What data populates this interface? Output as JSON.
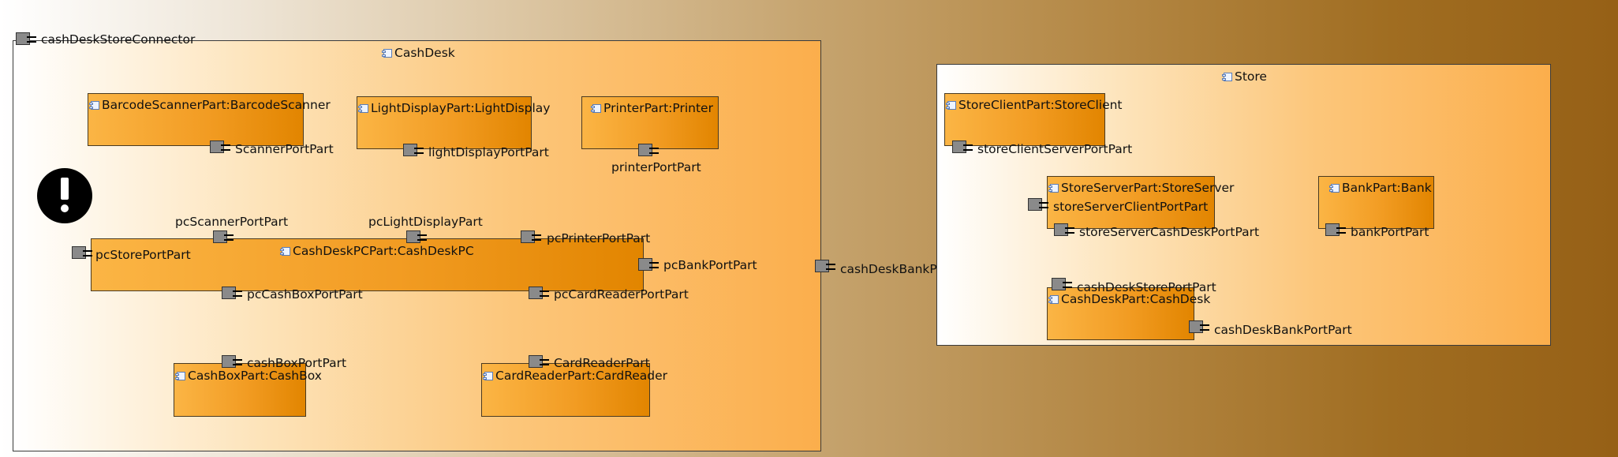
{
  "cashdesk": {
    "title": "CashDesk",
    "connector_label": "cashDeskStoreConnector",
    "bank_port_label": "cashDeskBankPor",
    "parts": {
      "barcode": {
        "title": "BarcodeScannerPart:BarcodeScanner",
        "port": "ScannerPortPart"
      },
      "light": {
        "title": "LightDisplayPart:LightDisplay",
        "port": "lightDisplayPortPart"
      },
      "printer": {
        "title": "PrinterPart:Printer",
        "port": "printerPortPart"
      },
      "pc": {
        "title": "CashDeskPCPart:CashDeskPC",
        "ports": {
          "store": "pcStorePortPart",
          "scanner": "pcScannerPortPart",
          "light": "pcLightDisplayPart",
          "printer": "pcPrinterPortPart",
          "bank": "pcBankPortPart",
          "cashbox": "pcCashBoxPortPart",
          "cardreader": "pcCardReaderPortPart"
        }
      },
      "cashbox": {
        "title": "CashBoxPart:CashBox",
        "port": "cashBoxPortPart"
      },
      "cardreader": {
        "title": "CardReaderPart:CardReader",
        "port": "CardReaderPart"
      }
    }
  },
  "store": {
    "title": "Store",
    "parts": {
      "client": {
        "title": "StoreClientPart:StoreClient",
        "port": "storeClientServerPortPart"
      },
      "server": {
        "title": "StoreServerPart:StoreServer",
        "port_client": "storeServerClientPortPart",
        "port_cashdesk": "storeServerCashDeskPortPart"
      },
      "bank": {
        "title": "BankPart:Bank",
        "port": "bankPortPart"
      },
      "cashdesk": {
        "title": "CashDeskPart:CashDesk",
        "port_store": "cashDeskStorePortPart",
        "port_bank": "cashDeskBankPortPart"
      }
    }
  },
  "icons": {
    "component": "component-icon",
    "warning": "warning-icon"
  }
}
